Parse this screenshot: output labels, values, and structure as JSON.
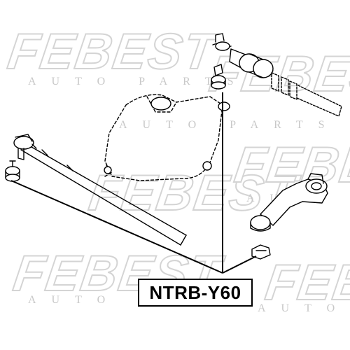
{
  "watermark": {
    "brand": "FEBEST",
    "tagline": "AUTO PARTS",
    "brand_color": "#d4d4d4"
  },
  "label": {
    "part_number": "NTRB-Y60"
  }
}
